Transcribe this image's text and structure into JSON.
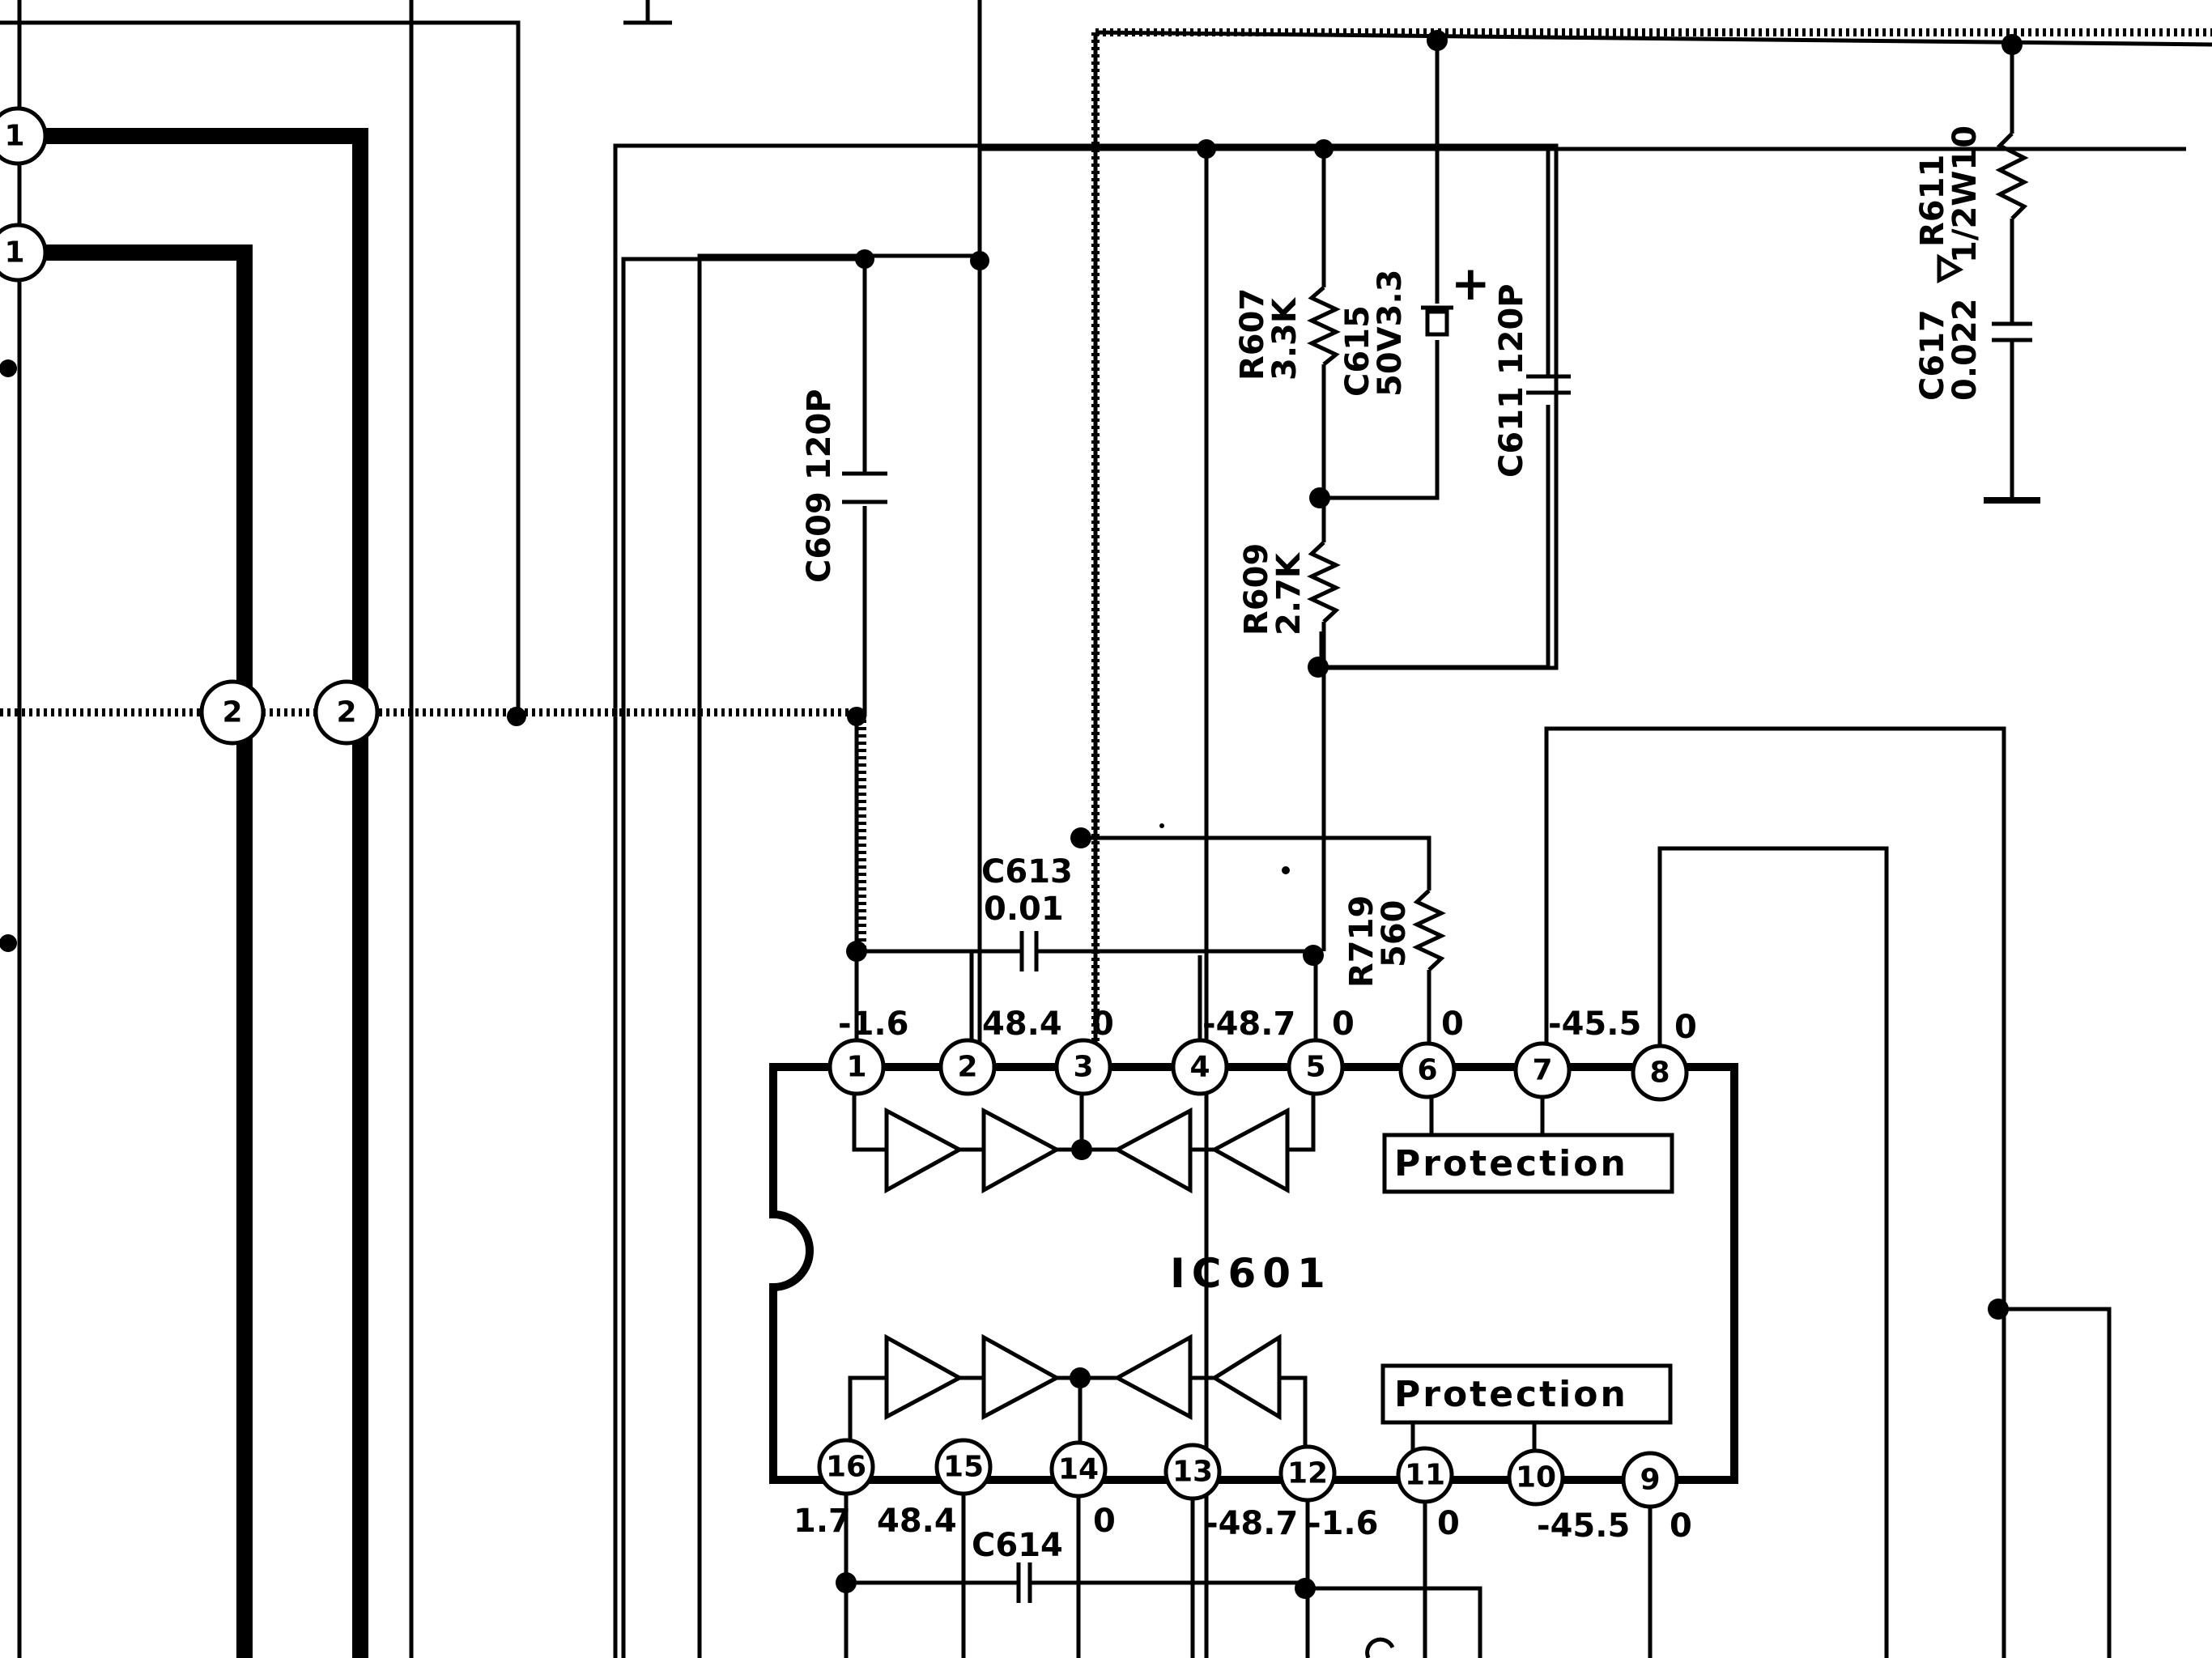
{
  "ic": {
    "name": "IC601"
  },
  "protection": {
    "top": "Protection",
    "bottom": "Protection"
  },
  "components": {
    "c609": "C609 120P",
    "c613_ref": "C613",
    "c613_val": "0.01",
    "c614": "C614",
    "r607_ref": "R607",
    "r607_val": "3.3K",
    "c615_ref": "C615",
    "c615_val": "50V3.3",
    "c611": "C611 120P",
    "r609_ref": "R609",
    "r609_val": "2.7K",
    "r719_ref": "R719",
    "r719_val": "560",
    "r611_ref": "R611",
    "r611_val": "1/2W10",
    "c617_ref": "C617",
    "c617_val": "0.022",
    "plus": "+"
  },
  "pins": {
    "p1": "1",
    "p2": "2",
    "p3": "3",
    "p4": "4",
    "p5": "5",
    "p6": "6",
    "p7": "7",
    "p8": "8",
    "p9": "9",
    "p10": "10",
    "p11": "11",
    "p12": "12",
    "p13": "13",
    "p14": "14",
    "p15": "15",
    "p16": "16"
  },
  "voltages_top": {
    "v1": "-1.6",
    "v2": "48.4",
    "v3": "0",
    "v4": "-48.7",
    "v5": "0",
    "v6": "0",
    "v7": "-45.5",
    "v8": "0"
  },
  "voltages_bottom": {
    "v16": "1.7",
    "v15": "48.4",
    "v14": "0",
    "v13": "-48.7",
    "v12": "-1.6",
    "v11": "0",
    "v10": "-45.5",
    "v9": "0"
  },
  "connectors": {
    "c1a": "1",
    "c1b": "1",
    "c2a": "2",
    "c2b": "2"
  }
}
